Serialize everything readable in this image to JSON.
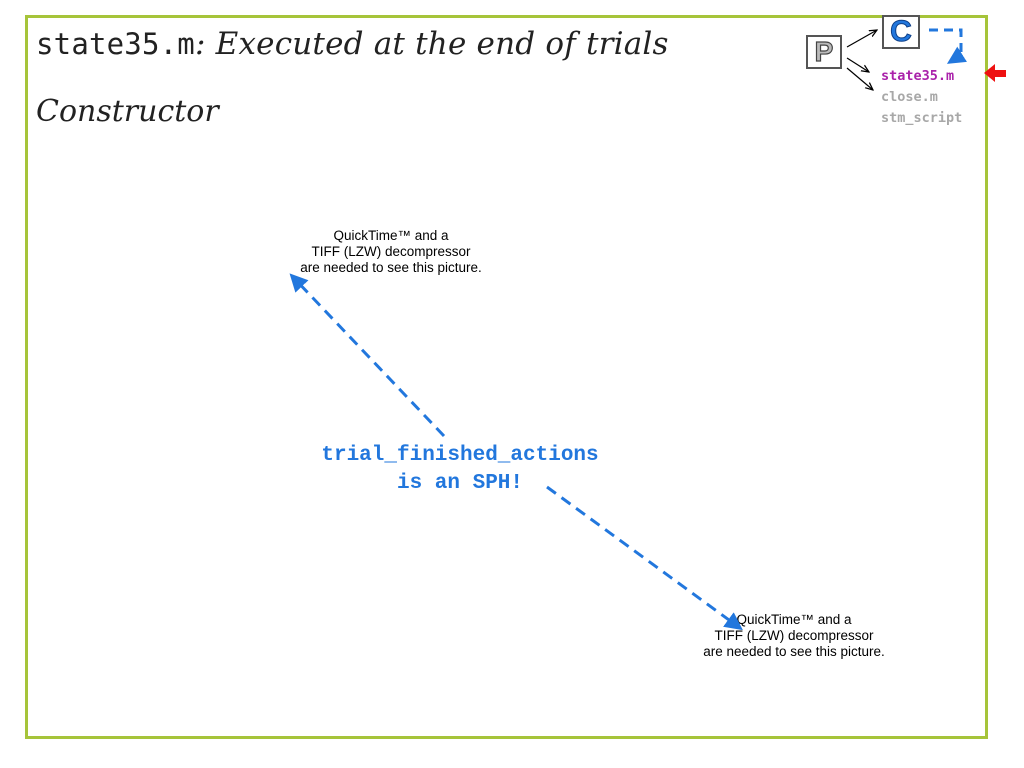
{
  "slide": {
    "title_code": "state35.m",
    "title_rest": ": Executed at the end of trials",
    "subtitle": "Constructor"
  },
  "placeholders": [
    {
      "line1": "QuickTime™ and a",
      "line2": "TIFF (LZW) decompressor",
      "line3": "are needed to see this picture."
    },
    {
      "line1": "QuickTime™ and a",
      "line2": "TIFF (LZW) decompressor",
      "line3": "are needed to see this picture."
    }
  ],
  "callout": {
    "line1": "trial_finished_actions",
    "line2": "is an SPH!"
  },
  "nav": {
    "p_label": "P",
    "c_label": "C",
    "files": [
      {
        "name": "state35.m",
        "active": true
      },
      {
        "name": "close.m",
        "active": false
      },
      {
        "name": "stm_script",
        "active": false
      }
    ]
  },
  "colors": {
    "frame": "#a6c43a",
    "accent": "#2277dd",
    "active_file": "#aa22aa",
    "inactive_file": "#a8a8a8",
    "pointer_arrow": "#ee1111"
  }
}
